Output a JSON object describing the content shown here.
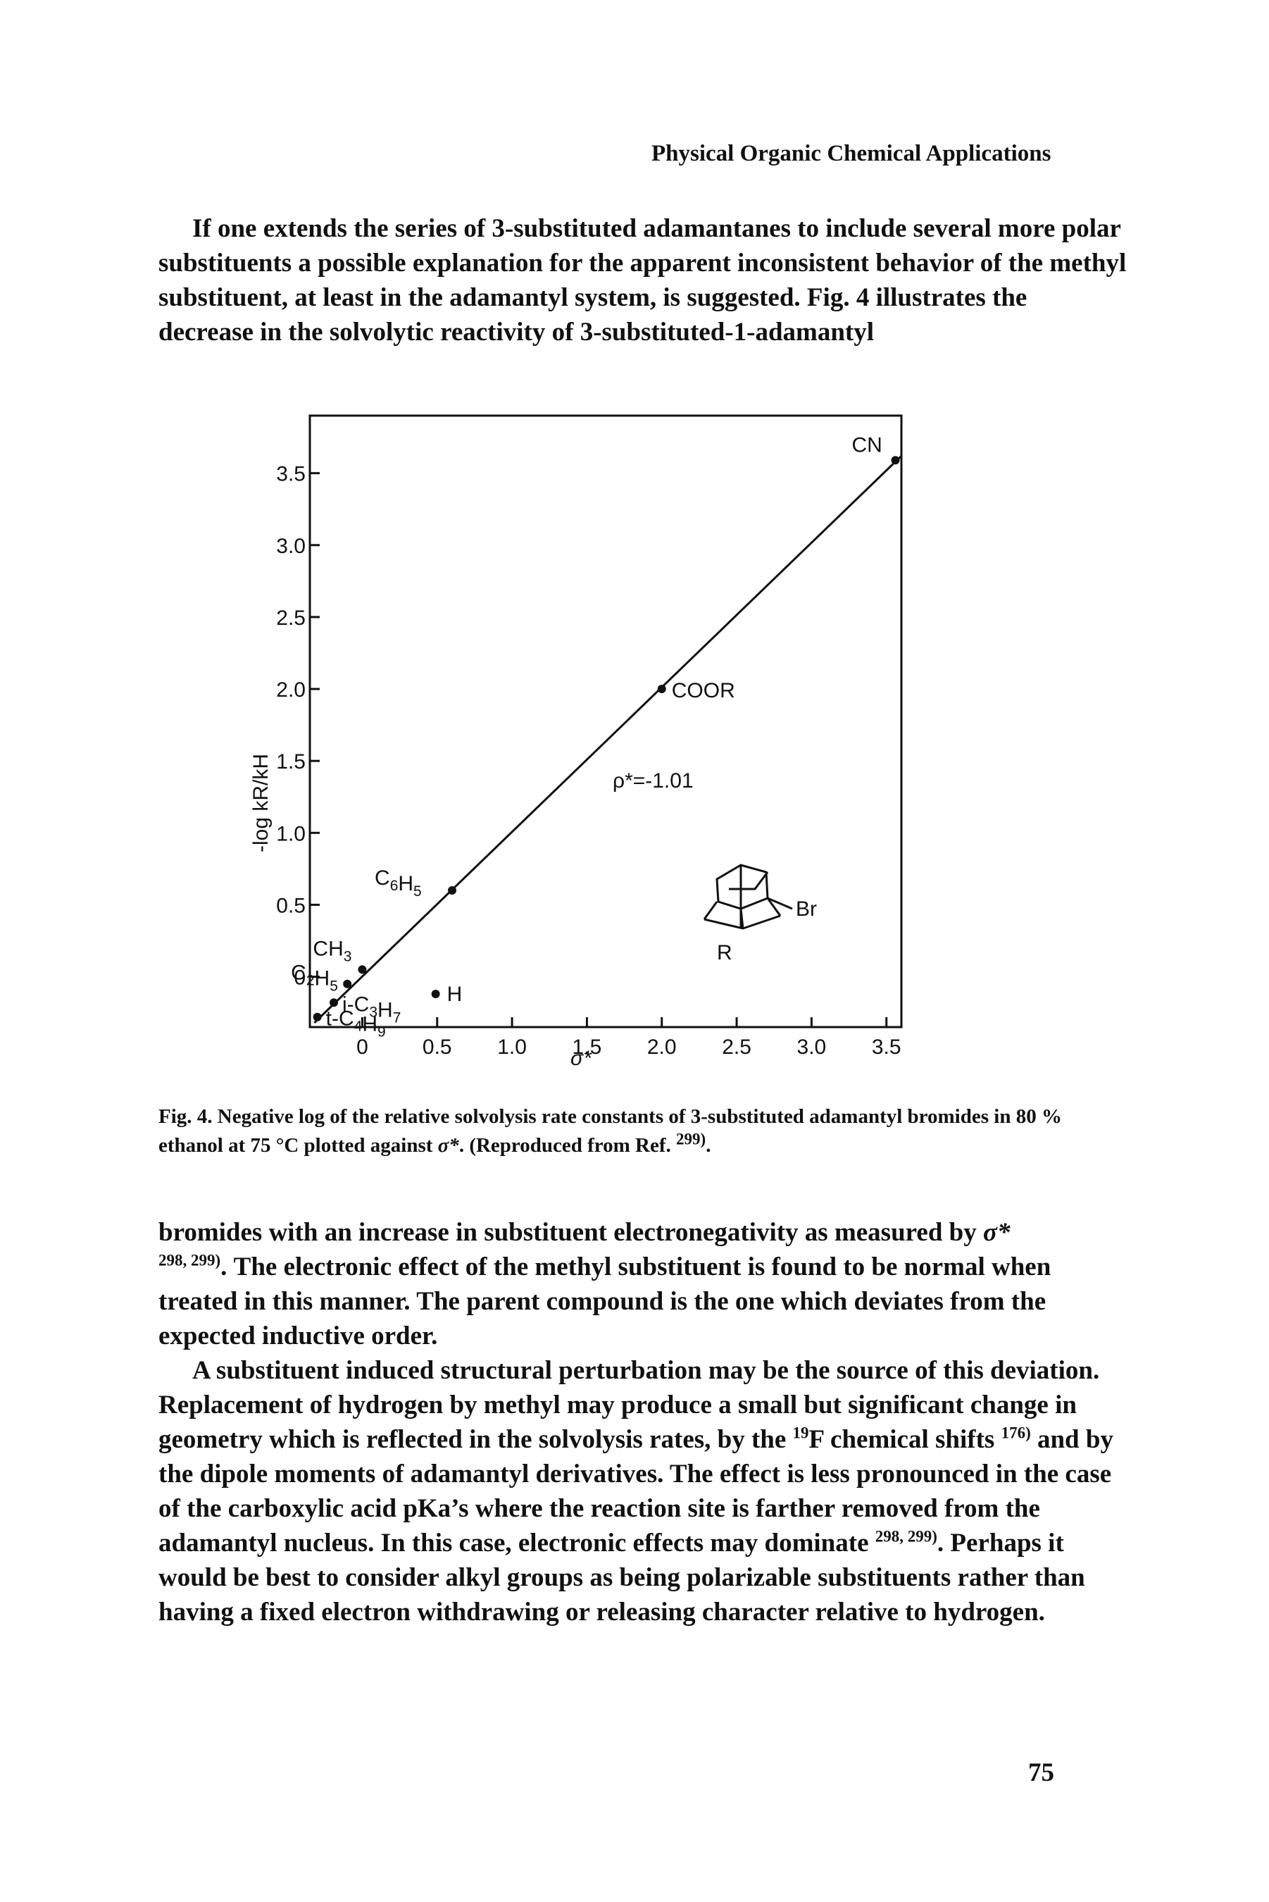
{
  "running_head": "Physical Organic Chemical Applications",
  "intro_paragraph": "If one extends the series of 3-substituted adamantanes to include several more polar substituents a possible explanation for the apparent inconsistent behavior of the methyl substituent, at least in the adamantyl system, is suggested. Fig. 4 illustrates the decrease in the solvolytic reactivity of 3-substituted-1-adamantyl",
  "caption": {
    "label": "Fig. 4.",
    "text_before": "Negative log of the relative solvolysis rate constants of 3-substituted adamantyl bromides in 80 % ethanol at 75 °C plotted against ",
    "sigma": "σ*",
    "text_after": ". (Reproduced from Ref. ",
    "ref": "299)",
    "end": "."
  },
  "paragraph2": {
    "part1": "bromides with an increase in substituent electronegativity as measured by ",
    "sigma": "σ*",
    "ref": "298, 299)",
    "part2": ". The electronic effect of the methyl substituent is found to be normal when treated in this manner. The parent compound is the one which deviates from the expected inductive order."
  },
  "paragraph3": {
    "part1": "A substituent induced structural perturbation may be the source of this deviation. Replacement of hydrogen by methyl may produce a small but significant change in geometry which is reflected in the solvolysis rates, by the ",
    "ref_19": "19",
    "part2": "F chemical shifts ",
    "ref_176": "176)",
    "part3": " and by the dipole moments of adamantyl derivatives. The effect is less pronounced in the case of the carboxylic acid pKa’s where the reaction site is farther removed from the adamantyl nucleus. In this case, electronic effects may dominate ",
    "ref_298": "298, 299)",
    "part4": ". Perhaps it would be best to consider alkyl groups as being polarizable substituents rather than having a fixed electron withdrawing or releasing character relative to hydrogen."
  },
  "page_number": "75",
  "chart_data": {
    "type": "scatter",
    "xlabel": "σ*",
    "ylabel": "-log kR/kH",
    "x_ticks": [
      "0",
      "0.5",
      "1.0",
      "1.5",
      "2.0",
      "2.5",
      "3.0",
      "3.5"
    ],
    "y_ticks": [
      "0",
      "0.5",
      "1.0",
      "1.5",
      "2.0",
      "2.5",
      "3.0",
      "3.5"
    ],
    "xlim": [
      -0.35,
      3.6
    ],
    "ylim": [
      -0.35,
      3.9
    ],
    "annotation": "ρ*=-1.01",
    "structure_labels": {
      "substituent": "Br",
      "group": "R"
    },
    "points": [
      {
        "label": "CN",
        "x": 3.56,
        "y": 3.59
      },
      {
        "label": "COOR",
        "x": 2.0,
        "y": 2.0
      },
      {
        "label": "C6H5",
        "x": 0.6,
        "y": 0.6
      },
      {
        "label": "CH3",
        "x": 0.0,
        "y": 0.05
      },
      {
        "label": "C2H5",
        "x": -0.1,
        "y": -0.05
      },
      {
        "label": "H",
        "x": 0.49,
        "y": -0.12
      },
      {
        "label": "i-C3H7",
        "x": -0.19,
        "y": -0.18
      },
      {
        "label": "t-C4H9",
        "x": -0.3,
        "y": -0.28
      }
    ],
    "fit_line": {
      "x": [
        -0.32,
        3.6
      ],
      "y": [
        -0.32,
        3.62
      ]
    }
  }
}
